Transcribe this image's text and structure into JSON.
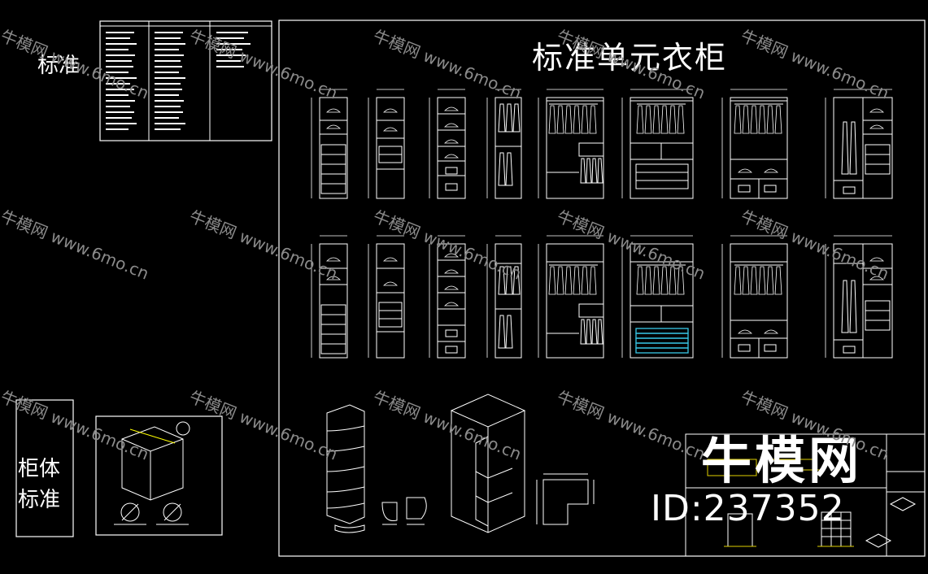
{
  "labels": {
    "standard": "标准",
    "cabinet_body_line1": "柜体",
    "cabinet_body_line2": "标准",
    "main_title": "标准单元衣柜"
  },
  "watermark": {
    "logo_text": "牛模网",
    "site_text": "www.6mo.cn",
    "id_text": "ID:237352"
  },
  "colors": {
    "background": "#000000",
    "line": "#ffffff",
    "highlight": "#38c8e8"
  }
}
